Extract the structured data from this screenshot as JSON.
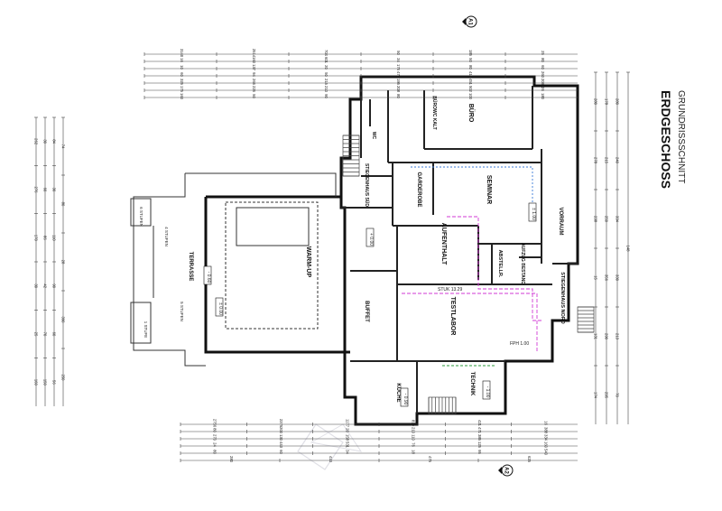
{
  "title": {
    "line1": "GRUNDRISSSCHNITT",
    "line2": "ERDGESCHOSS"
  },
  "north_marker": "A1",
  "south_marker": "A2",
  "rooms": [
    {
      "key": "buero",
      "name": "BÜRO"
    },
    {
      "key": "seminar",
      "name": "SEMINAR"
    },
    {
      "key": "garderobe",
      "name": "GARDEROBE"
    },
    {
      "key": "aufenthalt",
      "name": "AUFENTHALT"
    },
    {
      "key": "vorraum",
      "name": "VORRAUM"
    },
    {
      "key": "abstellr",
      "name": "ABSTELLR."
    },
    {
      "key": "aufzug",
      "name": "AUFZUG BESTAND"
    },
    {
      "key": "warmup",
      "name": "WARM-UP"
    },
    {
      "key": "buffet",
      "name": "BUFFET"
    },
    {
      "key": "testlabor",
      "name": "TESTLABOR"
    },
    {
      "key": "stiegenhaus_nord",
      "name": "STIEGENHAUS NORD"
    },
    {
      "key": "kueche",
      "name": "KÜCHE"
    },
    {
      "key": "technik",
      "name": "TECHNIK"
    },
    {
      "key": "terrasse",
      "name": "TERRASSE"
    },
    {
      "key": "buefo_kalt",
      "name": "BÜROWC KALT"
    },
    {
      "key": "stiegenhaus_sued",
      "name": "STIEGENHAUS SÜD"
    },
    {
      "key": "wc",
      "name": "WC"
    }
  ],
  "stufen": [
    "6 STUFEN",
    "4 STUFEN",
    "5 STUFEN",
    "1 STUFE"
  ],
  "levels": [
    "± 0.00",
    "- 0.60",
    "- 1.00",
    "- 0.90",
    "+ 0.00",
    "± 1.00"
  ],
  "note_stuk": "STUK 13.29",
  "note_fph": "FPH 1.00",
  "dims_top": [
    "3140",
    "2514",
    "704",
    "50",
    "185",
    "25",
    "16",
    "160",
    "601",
    "34",
    "50",
    "80",
    "10",
    "137",
    "20",
    "176",
    "80",
    "60",
    "60",
    "94",
    "50",
    "475",
    "410",
    "260",
    "325",
    "266",
    "215",
    "195",
    "451",
    "206",
    "175",
    "226",
    "210",
    "208",
    "502",
    "26",
    "160",
    "50",
    "90",
    "80",
    "100",
    "180",
    "315",
    "140",
    "140",
    "50"
  ],
  "dims_bottom": [
    "2756",
    "2375",
    "1177",
    "810",
    "421",
    "16",
    "80",
    "200",
    "20",
    "210",
    "471",
    "388",
    "270",
    "130",
    "158",
    "110",
    "385",
    "334",
    "24",
    "443",
    "531",
    "76",
    "125",
    "160",
    "80",
    "60",
    "34",
    "18",
    "95",
    "540",
    "280",
    "410",
    "475",
    "625"
  ],
  "dims_left": [
    "262",
    "276",
    "170",
    "30",
    "25",
    "160",
    "30",
    "60",
    "86",
    "42",
    "70",
    "150",
    "84",
    "30",
    "110",
    "90",
    "60",
    "56",
    "74",
    "80",
    "28",
    "390",
    "250"
  ],
  "dims_right": [
    "280",
    "278",
    "238",
    "15",
    "131",
    "174",
    "178",
    "215",
    "250",
    "356",
    "290",
    "295",
    "280",
    "240",
    "334",
    "330",
    "213",
    "70",
    "148"
  ]
}
